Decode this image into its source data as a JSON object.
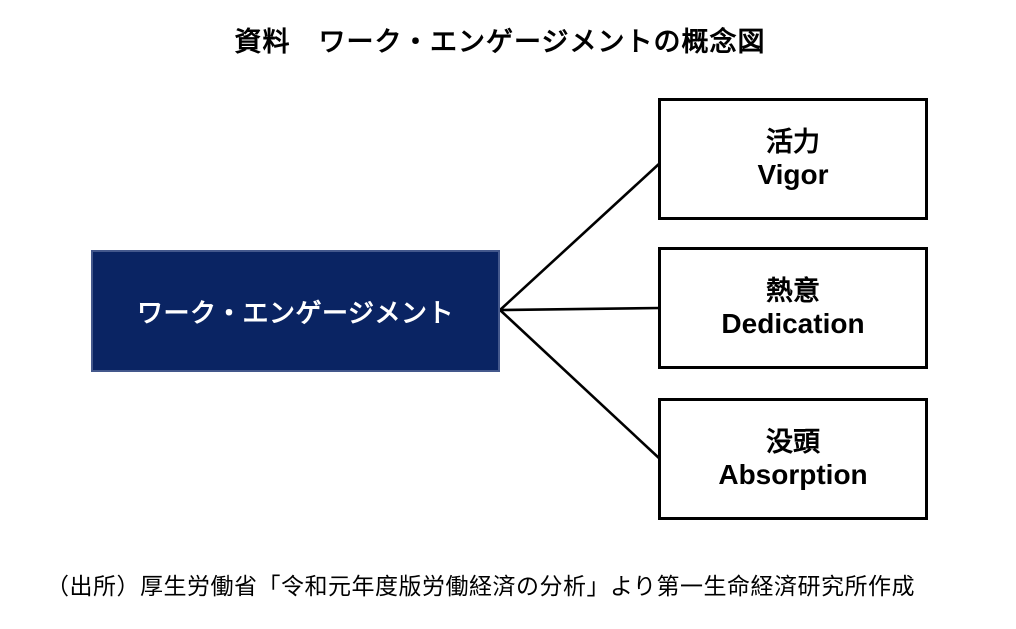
{
  "title": "資料　ワーク・エンゲージメントの概念図",
  "diagram": {
    "main_box": {
      "label": "ワーク・エンゲージメント",
      "fill_color": "#0a2463",
      "border_color": "#44588c",
      "text_color": "#ffffff"
    },
    "components": [
      {
        "label_ja": "活力",
        "label_en": "Vigor"
      },
      {
        "label_ja": "熱意",
        "label_en": "Dedication"
      },
      {
        "label_ja": "没頭",
        "label_en": "Absorption"
      }
    ],
    "line_color": "#000000"
  },
  "source_note": "（出所）厚生労働省「令和元年度版労働経済の分析」より第一生命経済研究所作成"
}
